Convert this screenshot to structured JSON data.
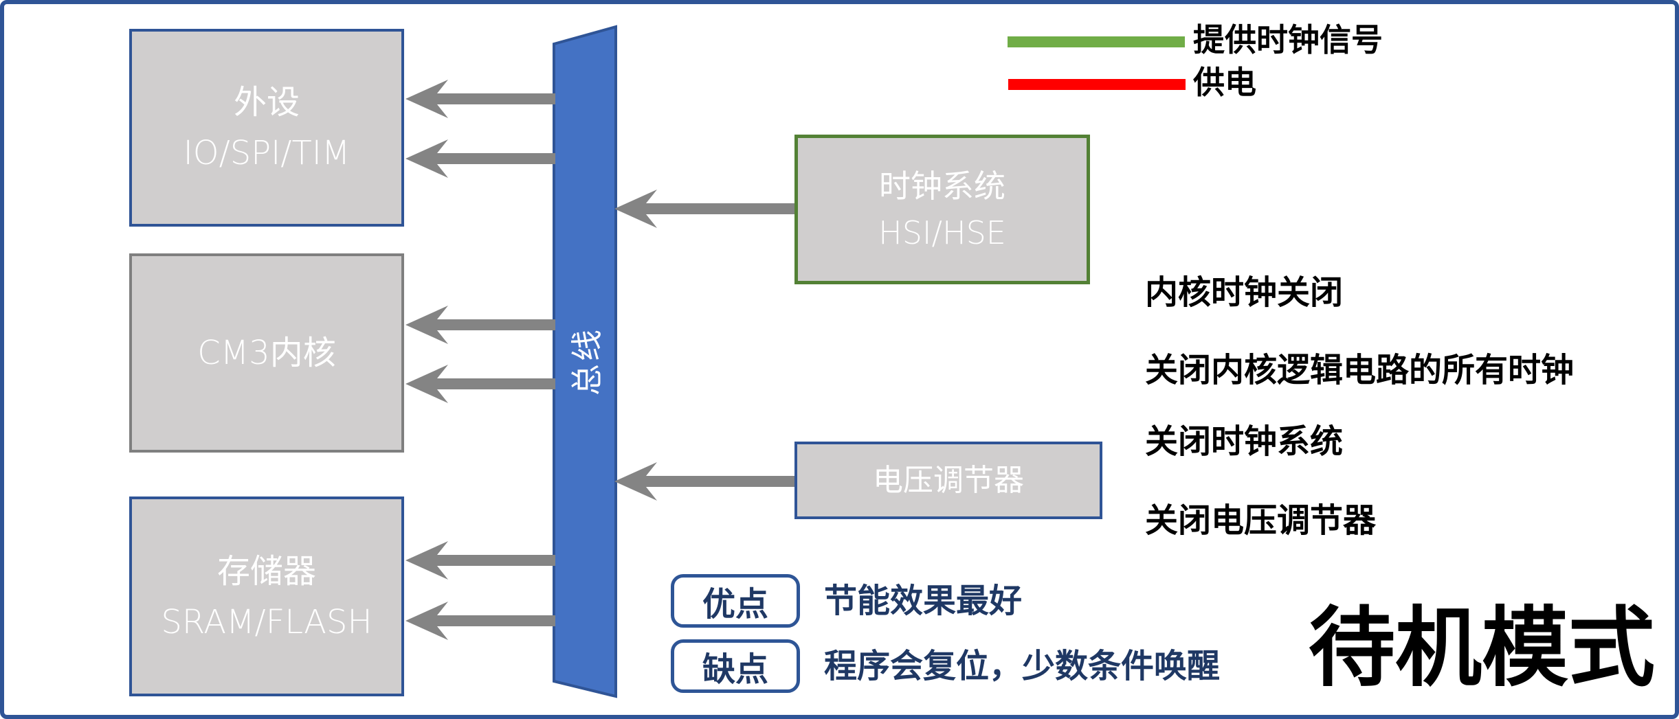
{
  "title": {
    "text": "待机模式"
  },
  "legend": {
    "clock_signal_label": "提供时钟信号",
    "clock_signal_color": "#70AD47",
    "power_label": "供电",
    "power_color": "#FF0000"
  },
  "bus": {
    "label": "总线"
  },
  "blocks": {
    "peripherals": {
      "line1": "外设",
      "line2": "IO/SPI/TIM"
    },
    "cm3_core": {
      "label": "CM3内核"
    },
    "memory": {
      "line1": "存储器",
      "line2": "SRAM/FLASH"
    },
    "clock_system": {
      "line1": "时钟系统",
      "line2": "HSI/HSE"
    },
    "voltage_regulator": {
      "label": "电压调节器"
    }
  },
  "notes": [
    "内核时钟关闭",
    "关闭内核逻辑电路的所有时钟",
    "关闭时钟系统",
    "关闭电压调节器"
  ],
  "pros_cons": {
    "pros_label": "优点",
    "pros_text": "节能效果最好",
    "cons_label": "缺点",
    "cons_text": "程序会复位，少数条件唤醒"
  },
  "colors": {
    "bus_fill": "#4472C4",
    "bus_border": "#2F5496",
    "box_fill": "#D0CECE",
    "navy_border": "#2F5496",
    "gray_border": "#7F7F7F",
    "green_border": "#538135",
    "arrow": "#848484",
    "navy_text": "#1F3864",
    "frame": "#2F5496",
    "note_text": "#000000",
    "title_text": "#000000"
  }
}
